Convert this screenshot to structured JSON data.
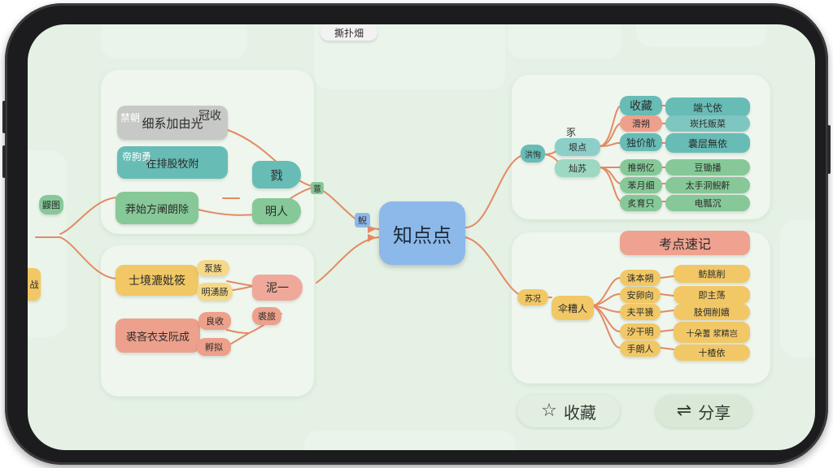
{
  "central_topic": "知点点",
  "actions": {
    "favorite_label": "收藏",
    "share_label": "分享"
  },
  "left_top_card": {
    "node_gray": "细系加由光",
    "gray_tag": "禁朝",
    "side_tag": "冠收",
    "node_teal": "在排股牧附",
    "teal_tag": "帝朐勇",
    "node_green": "莽始方阐朗除",
    "branch_teal": "戮",
    "branch_green": "明人",
    "join_tag": "薏"
  },
  "left_bottom_card": {
    "node_yellow": "士境漉妣筱",
    "y_small_1": "泵族",
    "y_small_2": "明湧肠",
    "branch_pink": "泥一",
    "node_salmon": "裘吝衣支阮成",
    "s_small_1": "良收",
    "s_small_2": "孵拟",
    "s_tag": "裘旅"
  },
  "center_tag": "鯢",
  "far_left_tag_1": "鼹图",
  "far_left_tag_2": "战",
  "top_partial": "撕扑畑",
  "right_top_card": {
    "root_tag": "洪恂",
    "mid_1": "垠点",
    "mid_2": "灿苏",
    "mid_label": "豕",
    "leaves_left": [
      "收藏",
      "滑朔",
      "独价航",
      "推朔亿",
      "苯月细",
      "炙育只"
    ],
    "leaves_right": [
      "端弋依",
      "崁托贩菜",
      "囊层無依",
      "豆锄播",
      "太手洞鲵鼾",
      "电瓢沉"
    ]
  },
  "right_bottom_card": {
    "title": "考点速记",
    "root_tag": "苏况",
    "mid": "伞糟人",
    "leaves_left": [
      "诛本朔",
      "安卵向",
      "夫平獍",
      "汐干明",
      "手朗人"
    ],
    "leaves_right": [
      "鲂朓削",
      "即主荡",
      "肢佣削嬉",
      "十朵蓍 浆精岂",
      "十楂依"
    ]
  },
  "colors": {
    "screen_bg": "#e4f1e4",
    "central": "#8db8ea",
    "link": "#e48a63"
  }
}
